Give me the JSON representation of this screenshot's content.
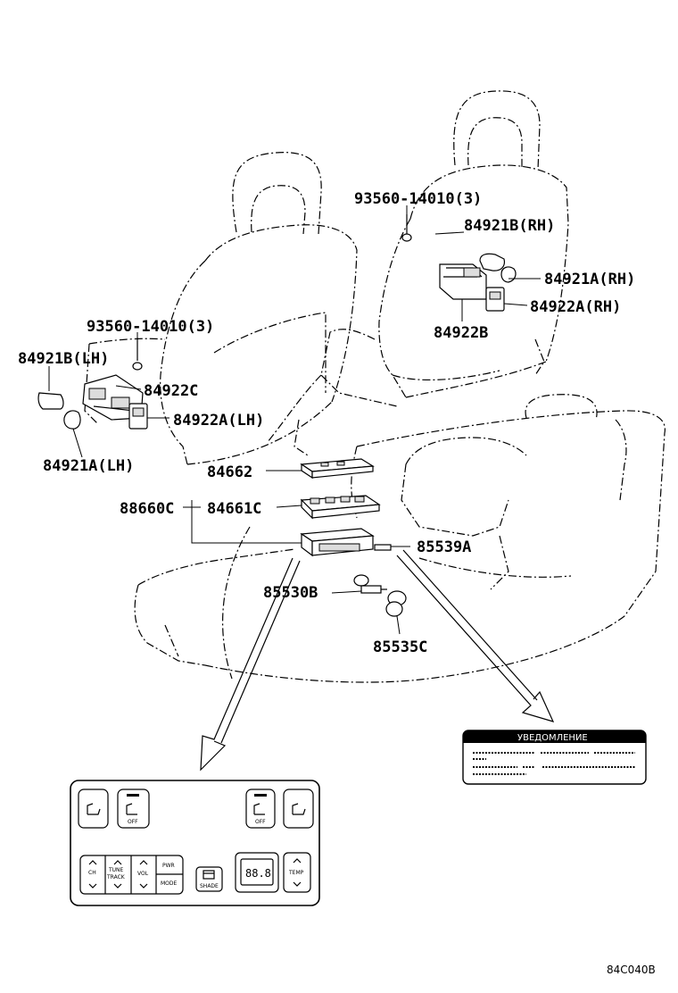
{
  "parts": {
    "p93560_upper": "93560-14010(3)",
    "p84921B_RH": "84921B(RH)",
    "p84921A_RH": "84921A(RH)",
    "p84922A_RH": "84922A(RH)",
    "p84922B": "84922B",
    "p93560_lower": "93560-14010(3)",
    "p84921B_LH": "84921B(LH)",
    "p84922C": "84922C",
    "p84922A_LH": "84922A(LH)",
    "p84921A_LH": "84921A(LH)",
    "p84662": "84662",
    "p88660C": "88660C",
    "p84661C": "84661C",
    "p85539A": "85539A",
    "p85530B": "85530B",
    "p85535C": "85535C"
  },
  "notice": {
    "title": "УВЕДОМЛЕНИЕ"
  },
  "panel": {
    "off_left": "OFF",
    "off_right": "OFF",
    "ch_label": "CH",
    "tune_label": "TUNE",
    "track_label": "TRACK",
    "vol_label": "VOL",
    "pwr_label": "PWR",
    "mode_label": "MODE",
    "shade_label": "SHADE",
    "display_value": "88.8",
    "temp_label": "TEMP"
  },
  "figure_code": "84C040B"
}
